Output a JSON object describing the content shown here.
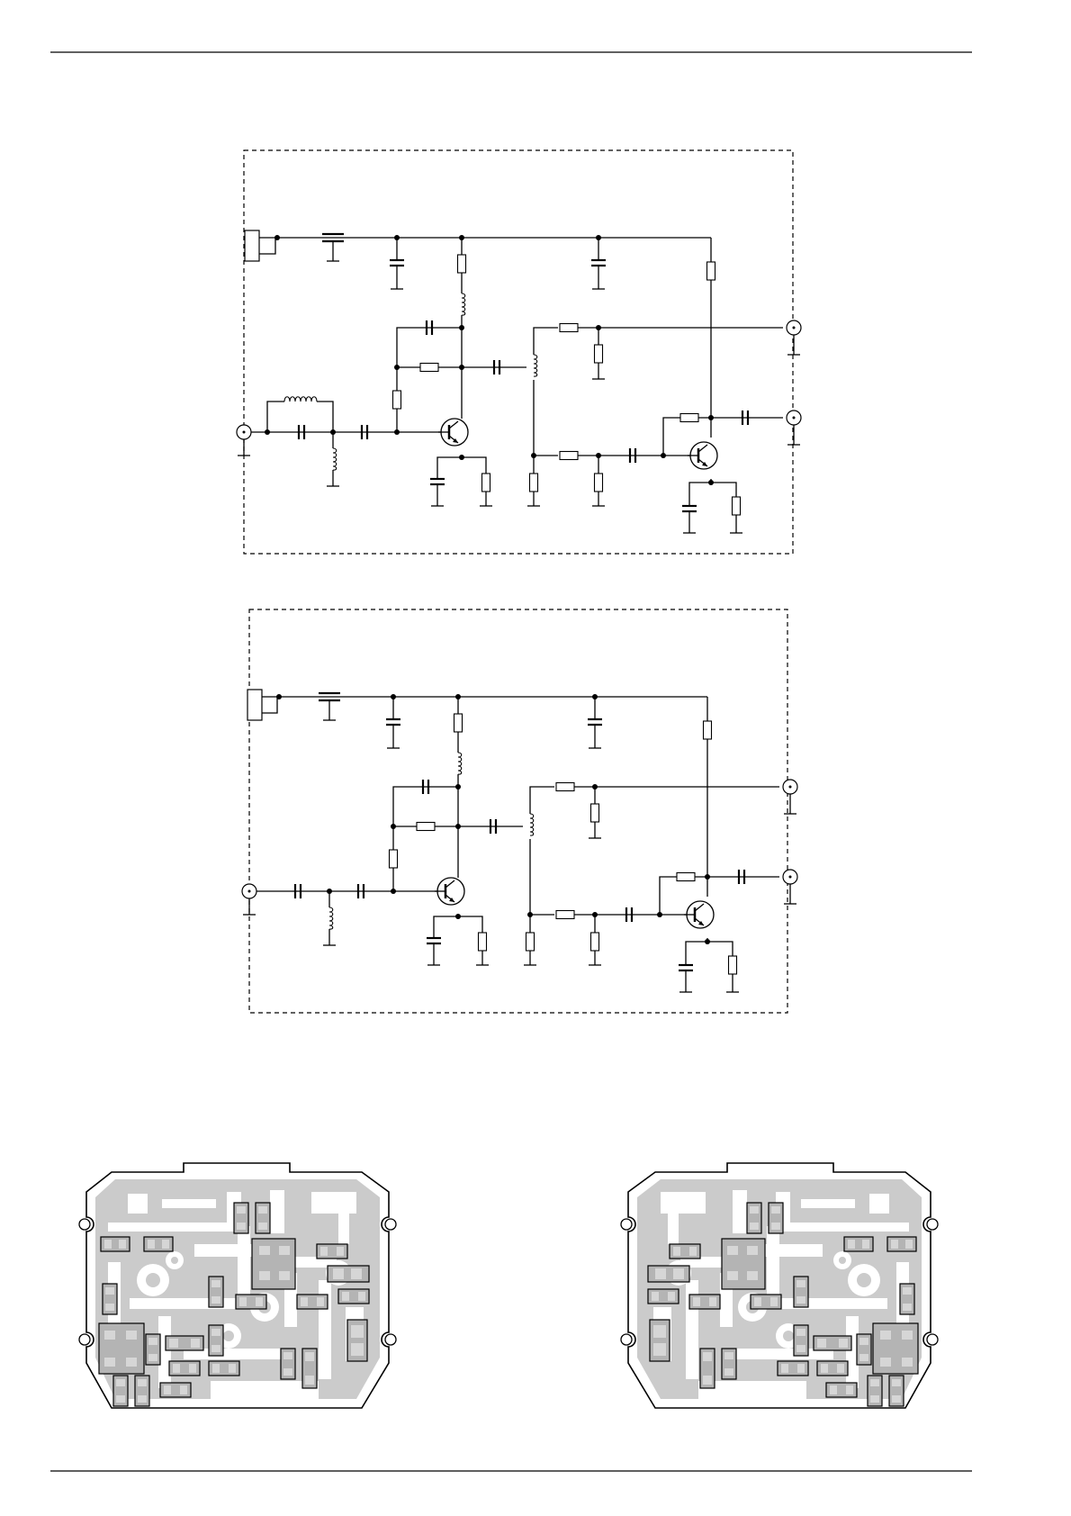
{
  "document": {
    "header_rule": true,
    "footer_rule": true
  },
  "schematics": [
    {
      "name": "schematic-top",
      "inductor_across_input_capacitor": true
    },
    {
      "name": "schematic-bottom",
      "inductor_across_input_capacitor": false
    }
  ],
  "pcb_layouts": [
    {
      "name": "pcb-left",
      "mirrored": false
    },
    {
      "name": "pcb-right",
      "mirrored": true
    }
  ],
  "colors": {
    "line": "#000000",
    "copper": "#cbcbcb",
    "pad": "#b4b4b4",
    "background": "#ffffff"
  }
}
